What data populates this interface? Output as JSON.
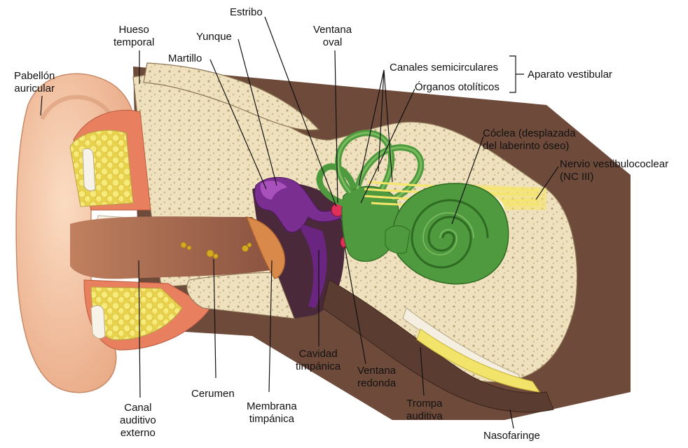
{
  "labels": {
    "pabellon": "Pabellón\nauricular",
    "hueso": "Hueso\ntemporal",
    "yunque": "Yunque",
    "estribo": "Estribo",
    "martillo": "Martillo",
    "ventana_oval": "Ventana\noval",
    "canales": "Canales semicirculares",
    "aparato": "Aparato vestibular",
    "organos": "Órganos otolíticos",
    "coclea": "Cóclea (desplazada\ndel laberinto óseo)",
    "nervio": "Nervio vestibulococlear\n(NC III)",
    "cavidad": "Cavidad\ntimpánica",
    "ventana_redonda": "Ventana\nredonda",
    "cerumen": "Cerumen",
    "membrana": "Membrana\ntimpánica",
    "canal": "Canal\nauditivo\nexterno",
    "trompa": "Trompa\nauditiva",
    "nasofaringe": "Nasofaringe"
  },
  "colors": {
    "skin": "#f6c9a6",
    "skin_shadow": "#d99a77",
    "canal": "#a9694e",
    "bone": "#efe1bd",
    "bone_dots": "#b7a27a",
    "fat": "#f2e36a",
    "muscle": "#e8805f",
    "ossicles": "#7a2e8f",
    "ossicle_light": "#b45ac8",
    "labyrinth": "#4f9a3e",
    "labyrinth_light": "#8cc96c",
    "membrane": "#d98a4a",
    "nerve": "#f5e56b",
    "cavity": "#5b3c30",
    "window": "#e0305a"
  }
}
